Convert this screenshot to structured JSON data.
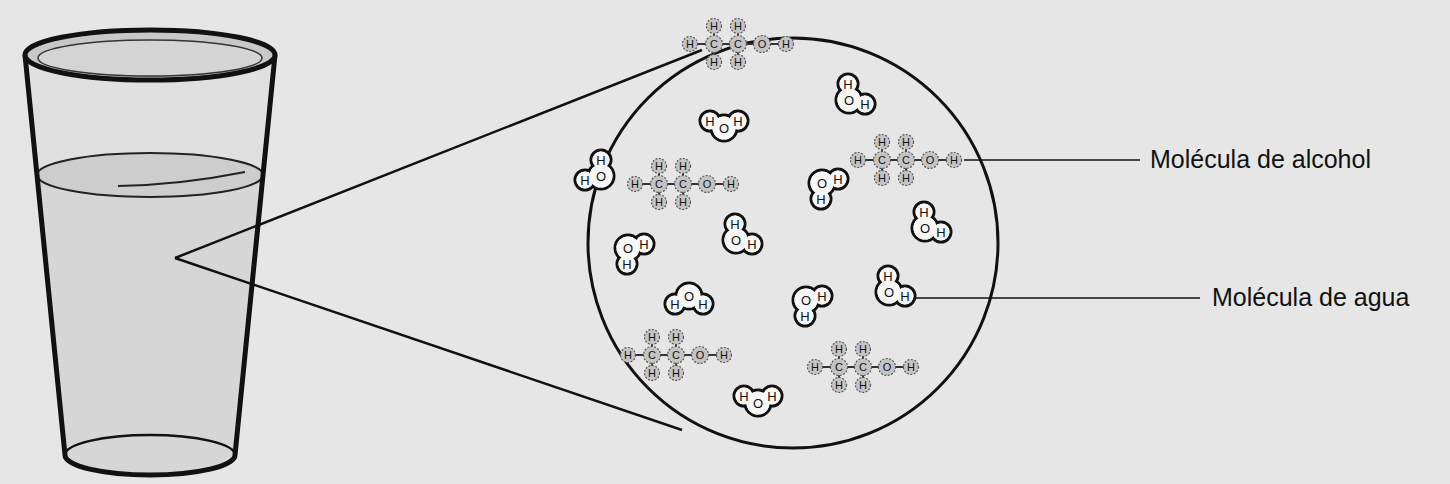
{
  "diagram": {
    "labels": [
      "Molécula de alcohol",
      "Molécula de agua",
      "H",
      "H",
      "H",
      "C",
      "C",
      "O",
      "H",
      "H",
      "H",
      "H",
      "O",
      "H",
      "H",
      "O",
      "H",
      "H",
      "H",
      "H",
      "C",
      "C",
      "O",
      "H",
      "H",
      "H",
      "H",
      "O",
      "H",
      "H",
      "H",
      "H",
      "C",
      "C",
      "O",
      "H",
      "H",
      "H",
      "H",
      "O",
      "H",
      "H",
      "O",
      "H",
      "H",
      "O",
      "H",
      "H",
      "O",
      "H",
      "H",
      "O",
      "H",
      "H",
      "O",
      "H",
      "H",
      "O",
      "H",
      "H",
      "H",
      "H",
      "C",
      "C",
      "O",
      "H",
      "H",
      "H",
      "H",
      "H",
      "H",
      "C",
      "C",
      "O",
      "H",
      "H",
      "H",
      "H",
      "O",
      "H"
    ]
  }
}
